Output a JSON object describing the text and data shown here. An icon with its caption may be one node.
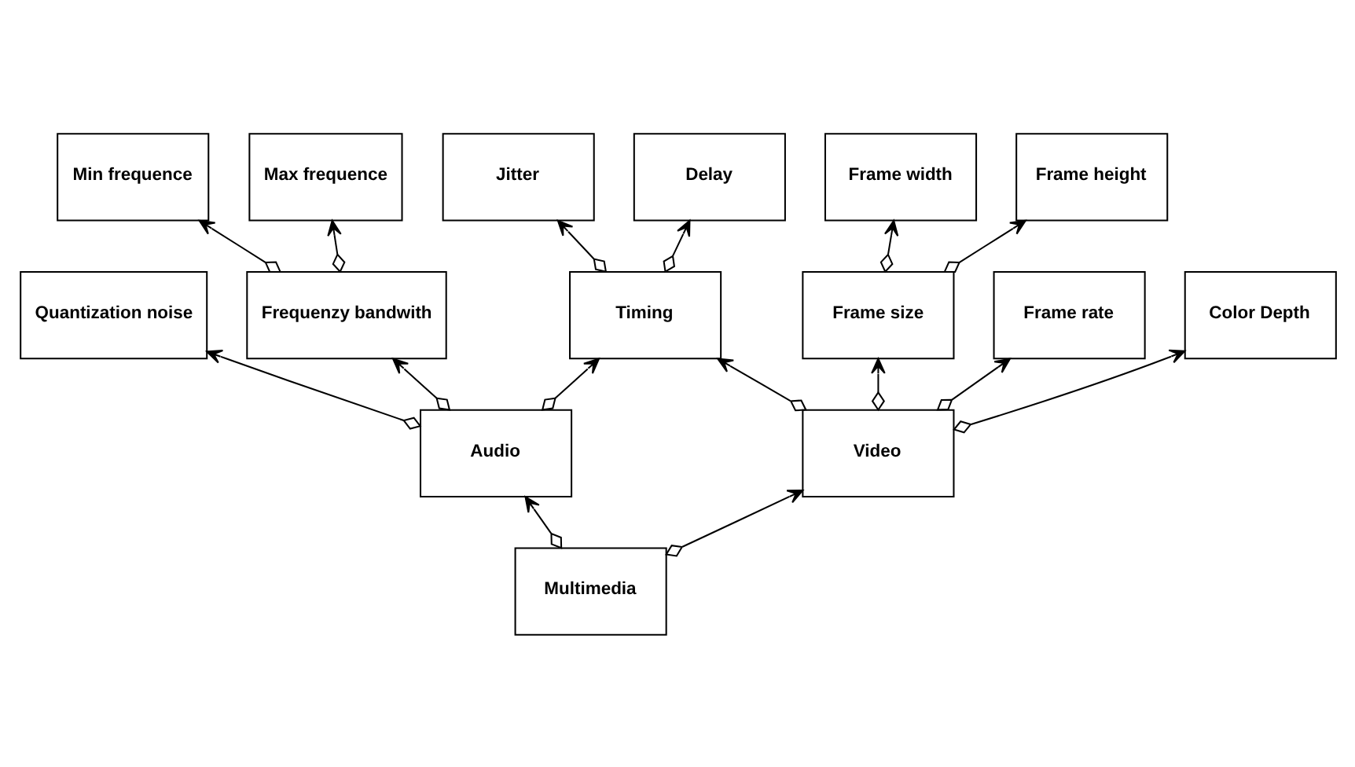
{
  "diagram": {
    "nodes": [
      {
        "text": [
          "Jitter"
        ]
      },
      {
        "text": [
          "Delay"
        ]
      },
      {
        "text": [
          "Frame width"
        ]
      },
      {
        "text": [
          "Frame height"
        ]
      },
      {
        "text": [
          "Min frequence"
        ]
      },
      {
        "text": [
          "Max frequence"
        ]
      },
      {
        "text": [
          "Timing"
        ]
      },
      {
        "text": [
          "Frame size"
        ]
      },
      {
        "text": [
          "Frequenzy bandwith"
        ]
      },
      {
        "text": [
          "Audio"
        ]
      },
      {
        "text": [
          "Video"
        ]
      },
      {
        "text": [
          "Frame rate"
        ]
      },
      {
        "text": [
          "Quantization noise"
        ]
      },
      {
        "text": [
          "Color Depth"
        ]
      },
      {
        "text": [
          "Multimedia"
        ]
      }
    ],
    "edges": [
      {
        "from": 6,
        "to": 0,
        "arrow": "to"
      },
      {
        "from": 6,
        "to": 1,
        "arrow": "to"
      },
      {
        "from": 7,
        "to": 2,
        "arrow": "to"
      },
      {
        "from": 7,
        "to": 3,
        "arrow": "to"
      },
      {
        "from": 8,
        "to": 4,
        "arrow": "to"
      },
      {
        "from": 8,
        "to": 5,
        "arrow": "to"
      },
      {
        "from": 9,
        "to": 8,
        "arrow": "to"
      },
      {
        "from": 9,
        "to": 12,
        "arrow": "to"
      },
      {
        "from": 9,
        "to": 6,
        "arrow": "to"
      },
      {
        "from": 10,
        "to": 6,
        "arrow": "to"
      },
      {
        "from": 10,
        "to": 7,
        "arrow": "to"
      },
      {
        "from": 10,
        "to": 11,
        "arrow": "to"
      },
      {
        "from": 10,
        "to": 13,
        "arrow": "to"
      },
      {
        "from": 14,
        "to": 9,
        "arrow": "to"
      },
      {
        "from": 14,
        "to": 10,
        "arrow": "to"
      }
    ]
  }
}
